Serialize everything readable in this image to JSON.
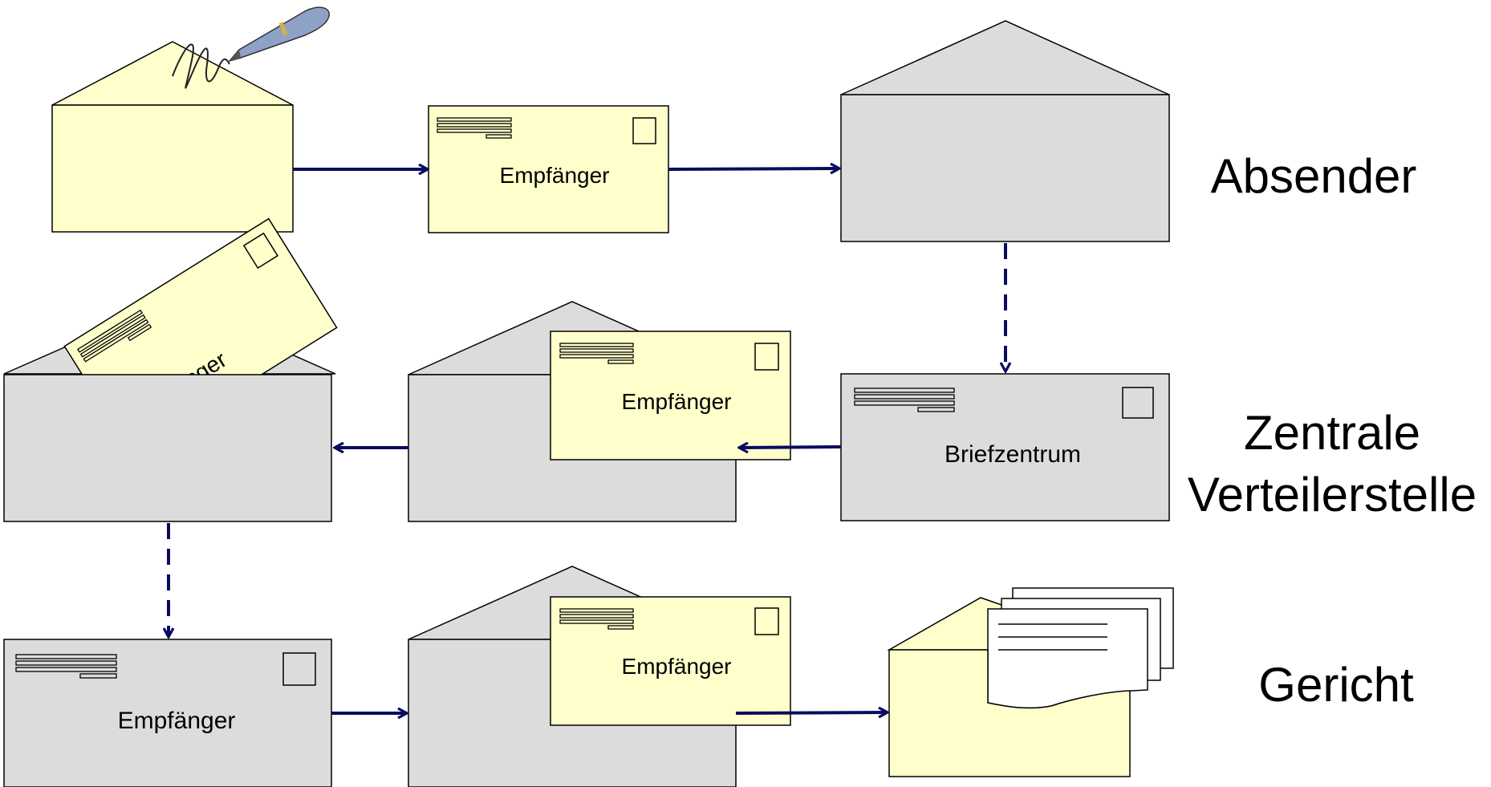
{
  "labels": {
    "recipient": "Empfänger",
    "briefzentrum": "Briefzentrum",
    "rotated_partial": "nger"
  },
  "sections": {
    "sender": "Absender",
    "distribution_line1": "Zentrale",
    "distribution_line2": "Verteilerstelle",
    "court": "Gericht"
  },
  "colors": {
    "yellow": "#ffffcc",
    "gray": "#dcdcdc",
    "outline": "#000000",
    "arrow": "#0b0b5e",
    "pen_body": "#8ea2c8",
    "pen_ring": "#d4b437"
  },
  "icons": [
    "pen-icon",
    "signature-scribble-icon",
    "stamp-icon",
    "document-pages-icon"
  ]
}
